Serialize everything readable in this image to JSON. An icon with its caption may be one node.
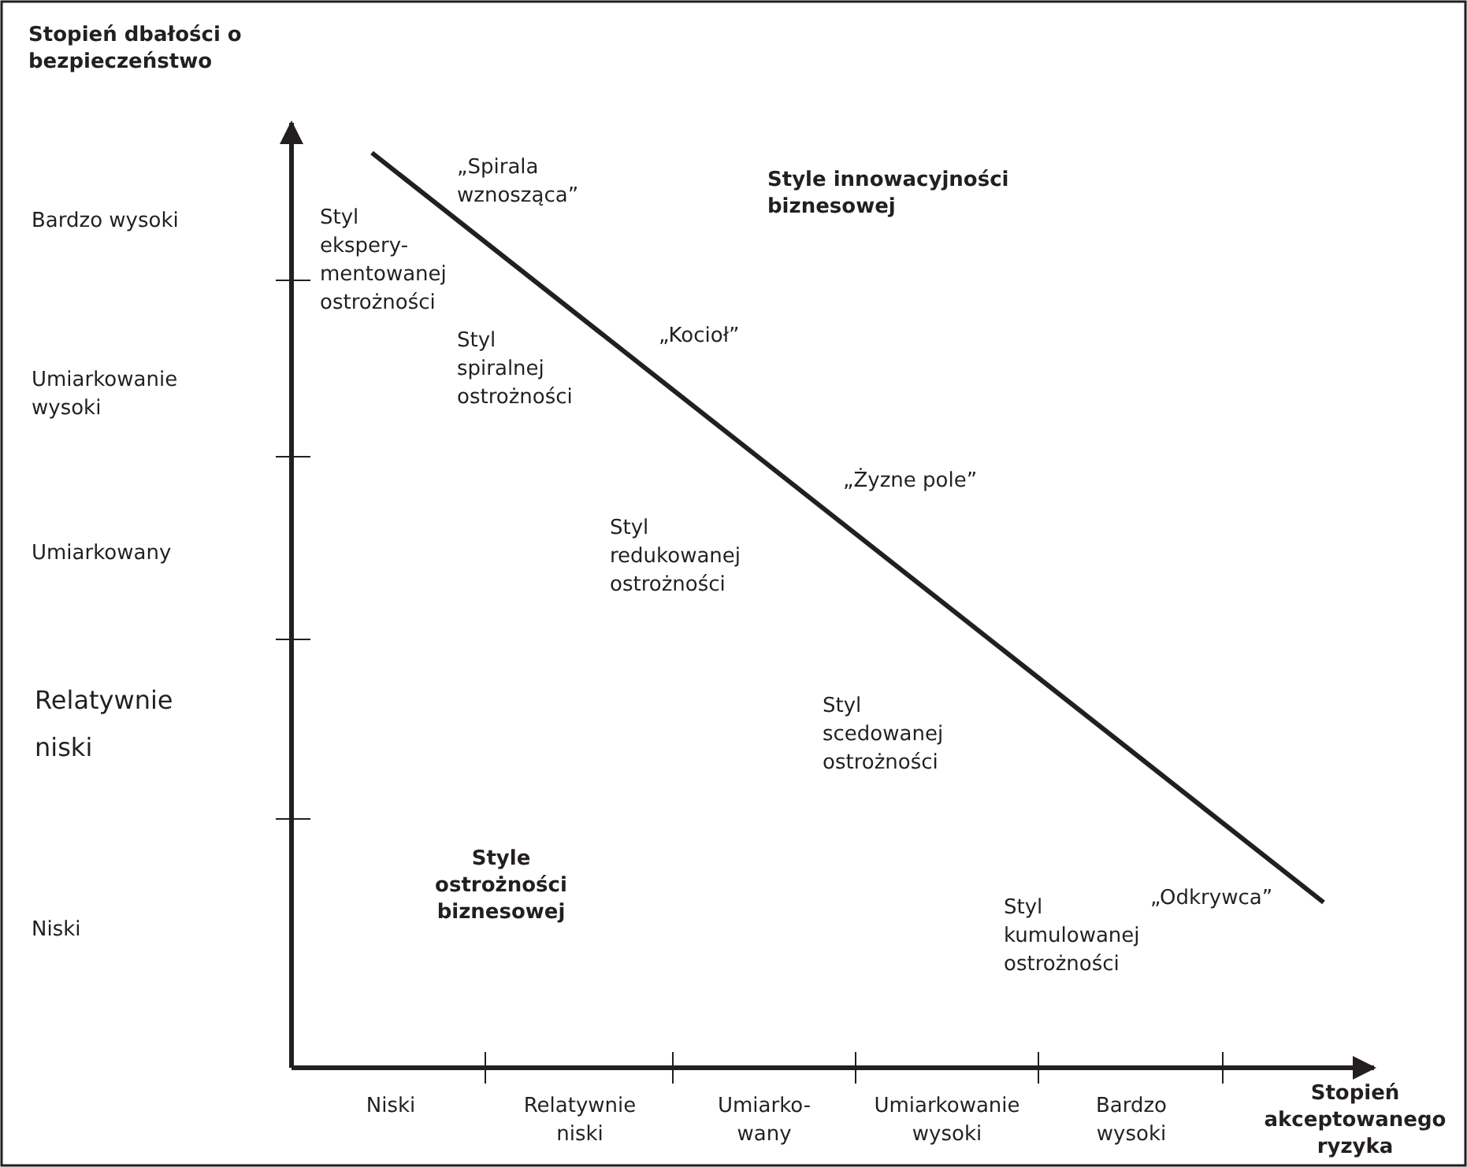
{
  "diagram": {
    "labels": [
      "Stopień dbałości o bezpieczeństwo",
      "„Spirala wznosząca”",
      "Style innowacyjności biznesowej",
      "Bardzo wysoki",
      "Styl ekspery- mentowanej ostrożności",
      "„Kocioł”",
      "Umiarkowanie wysoki",
      "Styl spiralnej ostrożności",
      "„Żyzne pole”",
      "Styl redukowanej ostrożności",
      "Umiarkowany",
      "Relatywnie niski",
      "Styl scedowanej ostrożności",
      "Style ostrożności biznesowej",
      "„Odkrywca”",
      "Styl kumulowanej ostrożności",
      "Niski",
      "Niski",
      "Relatywnie niski",
      "Umiarko- wany",
      "Umiarkowanie wysoki",
      "Bardzo wysoki",
      "Stopień akceptowanego ryzyka"
    ]
  }
}
